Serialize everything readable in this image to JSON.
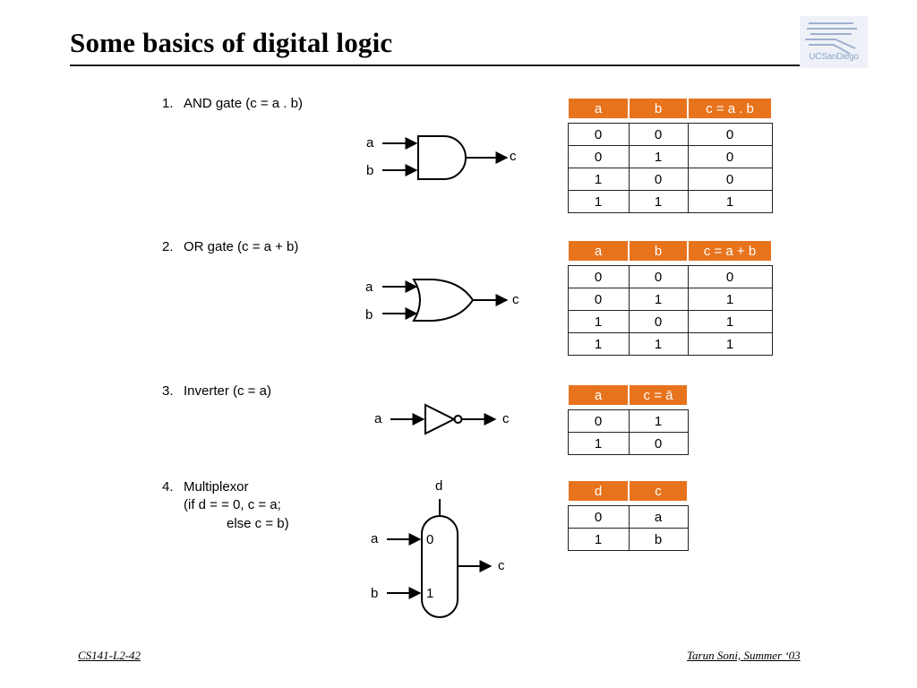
{
  "title": "Some basics of digital logic",
  "logo_text": "UCSanDiego",
  "sections": {
    "and": {
      "number": "1.",
      "label": "AND gate (c = a . b)",
      "inputs": [
        "a",
        "b"
      ],
      "output": "c",
      "table": {
        "headers": [
          "a",
          "b",
          "c = a . b"
        ],
        "rows": [
          [
            "0",
            "0",
            "0"
          ],
          [
            "0",
            "1",
            "0"
          ],
          [
            "1",
            "0",
            "0"
          ],
          [
            "1",
            "1",
            "1"
          ]
        ]
      }
    },
    "or": {
      "number": "2.",
      "label": "OR gate (c = a + b)",
      "inputs": [
        "a",
        "b"
      ],
      "output": "c",
      "table": {
        "headers": [
          "a",
          "b",
          "c = a + b"
        ],
        "rows": [
          [
            "0",
            "0",
            "0"
          ],
          [
            "0",
            "1",
            "1"
          ],
          [
            "1",
            "0",
            "1"
          ],
          [
            "1",
            "1",
            "1"
          ]
        ]
      }
    },
    "inverter": {
      "number": "3.",
      "label": "Inverter (c = a)",
      "input": "a",
      "output": "c",
      "table": {
        "headers": [
          "a",
          "c = ā"
        ],
        "rows": [
          [
            "0",
            "1"
          ],
          [
            "1",
            "0"
          ]
        ]
      }
    },
    "mux": {
      "number": "4.",
      "label": "Multiplexor",
      "line2": "(if d = = 0, c = a;",
      "line3": "else c = b)",
      "select": "d",
      "inputs": [
        "a",
        "b"
      ],
      "input_ports": [
        "0",
        "1"
      ],
      "output": "c",
      "table": {
        "headers": [
          "d",
          "c"
        ],
        "rows": [
          [
            "0",
            "a"
          ],
          [
            "1",
            "b"
          ]
        ]
      }
    }
  },
  "footer": {
    "left": "CS141-L2-42",
    "right": "Tarun Soni, Summer ‘03"
  },
  "colors": {
    "header": "#e8731d",
    "rule": "#1a1a1a",
    "logo": "#8fa3c6"
  }
}
